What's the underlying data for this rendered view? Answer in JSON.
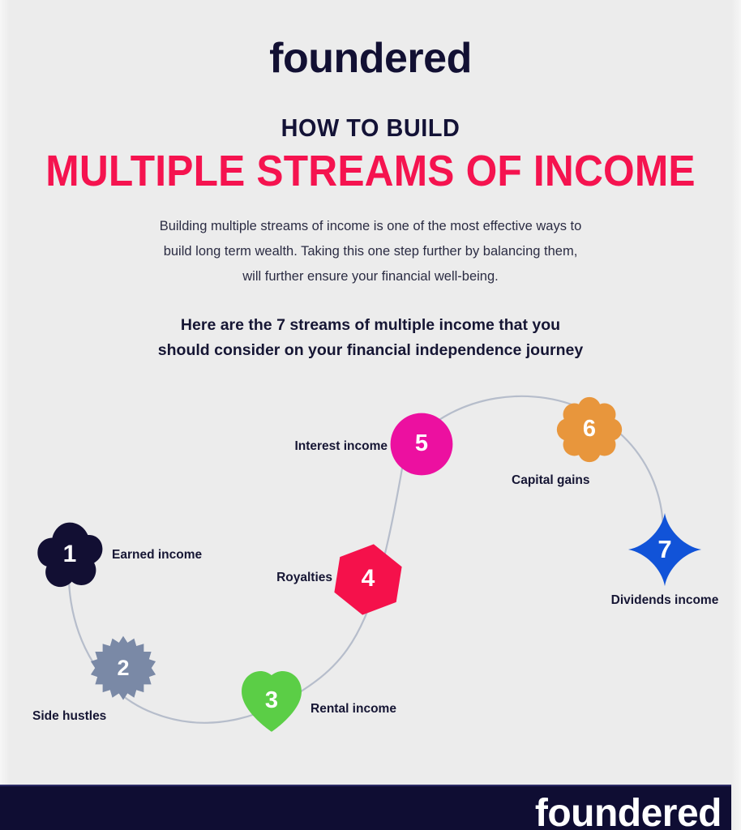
{
  "brand": {
    "logo_top": "foundered",
    "logo_bottom": "foundered",
    "navy": "#121033",
    "pink": "#f5134f",
    "background": "#ececec"
  },
  "header": {
    "kicker": "HOW TO BUILD",
    "headline": "MULTIPLE STREAMS OF INCOME"
  },
  "intro": {
    "line1": "Building multiple streams of income is one of the most effective ways to",
    "line2": "build long term wealth. Taking this one step further by balancing them,",
    "line3": "will further ensure your financial well-being."
  },
  "subheading": {
    "line1": "Here are the 7 streams of multiple income that you",
    "line2": "should consider on your financial independence journey"
  },
  "diagram": {
    "arc_color": "#b6bdcb",
    "steps": [
      {
        "number": "1",
        "label": "Earned income",
        "shape": "blob-flower",
        "color": "#120f33",
        "label_position": "right"
      },
      {
        "number": "2",
        "label": "Side hustles",
        "shape": "starburst",
        "color": "#7a89a6",
        "label_position": "below-left"
      },
      {
        "number": "3",
        "label": "Rental income",
        "shape": "heart",
        "color": "#5bce46",
        "label_position": "right"
      },
      {
        "number": "4",
        "label": "Royalties",
        "shape": "hexagon",
        "color": "#f5114b",
        "label_position": "left"
      },
      {
        "number": "5",
        "label": "Interest income",
        "shape": "circle",
        "color": "#ec10a0",
        "label_position": "left"
      },
      {
        "number": "6",
        "label": "Capital gains",
        "shape": "flower",
        "color": "#e8963c",
        "label_position": "below-left"
      },
      {
        "number": "7",
        "label": "Dividends income",
        "shape": "diamond-star",
        "color": "#1153d8",
        "label_position": "below"
      }
    ]
  },
  "footer": {
    "background": "#0f0d33"
  }
}
